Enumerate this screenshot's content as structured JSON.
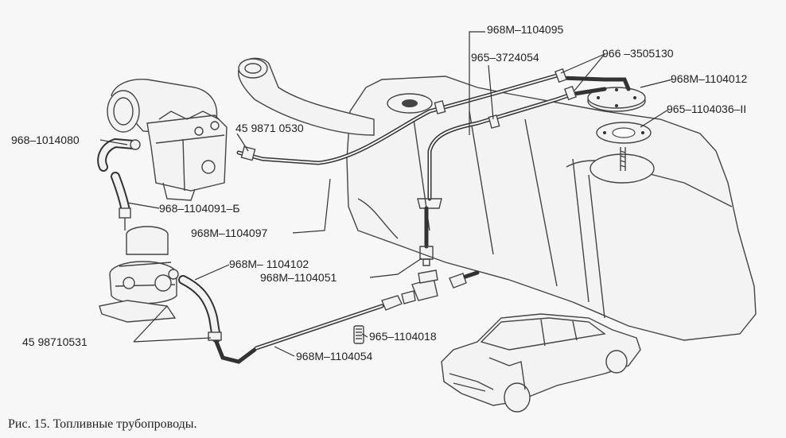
{
  "labels": {
    "l1": "968М–1104095",
    "l2": "966 –3505130",
    "l3": "965–3724054",
    "l4": "968М–1104012",
    "l5": "965–1104036–II",
    "l6": "45 9871 0530",
    "l7": "968–1014080",
    "l8": "968–1104091–Б",
    "l9": "968М–1104097",
    "l10": "968М– 1104102",
    "l11": "968М–1104051",
    "l12": "965–1104018",
    "l13": "45 98710531",
    "l14": "968М–1104054"
  },
  "caption": "Рис. 15. Топливные трубопроводы."
}
